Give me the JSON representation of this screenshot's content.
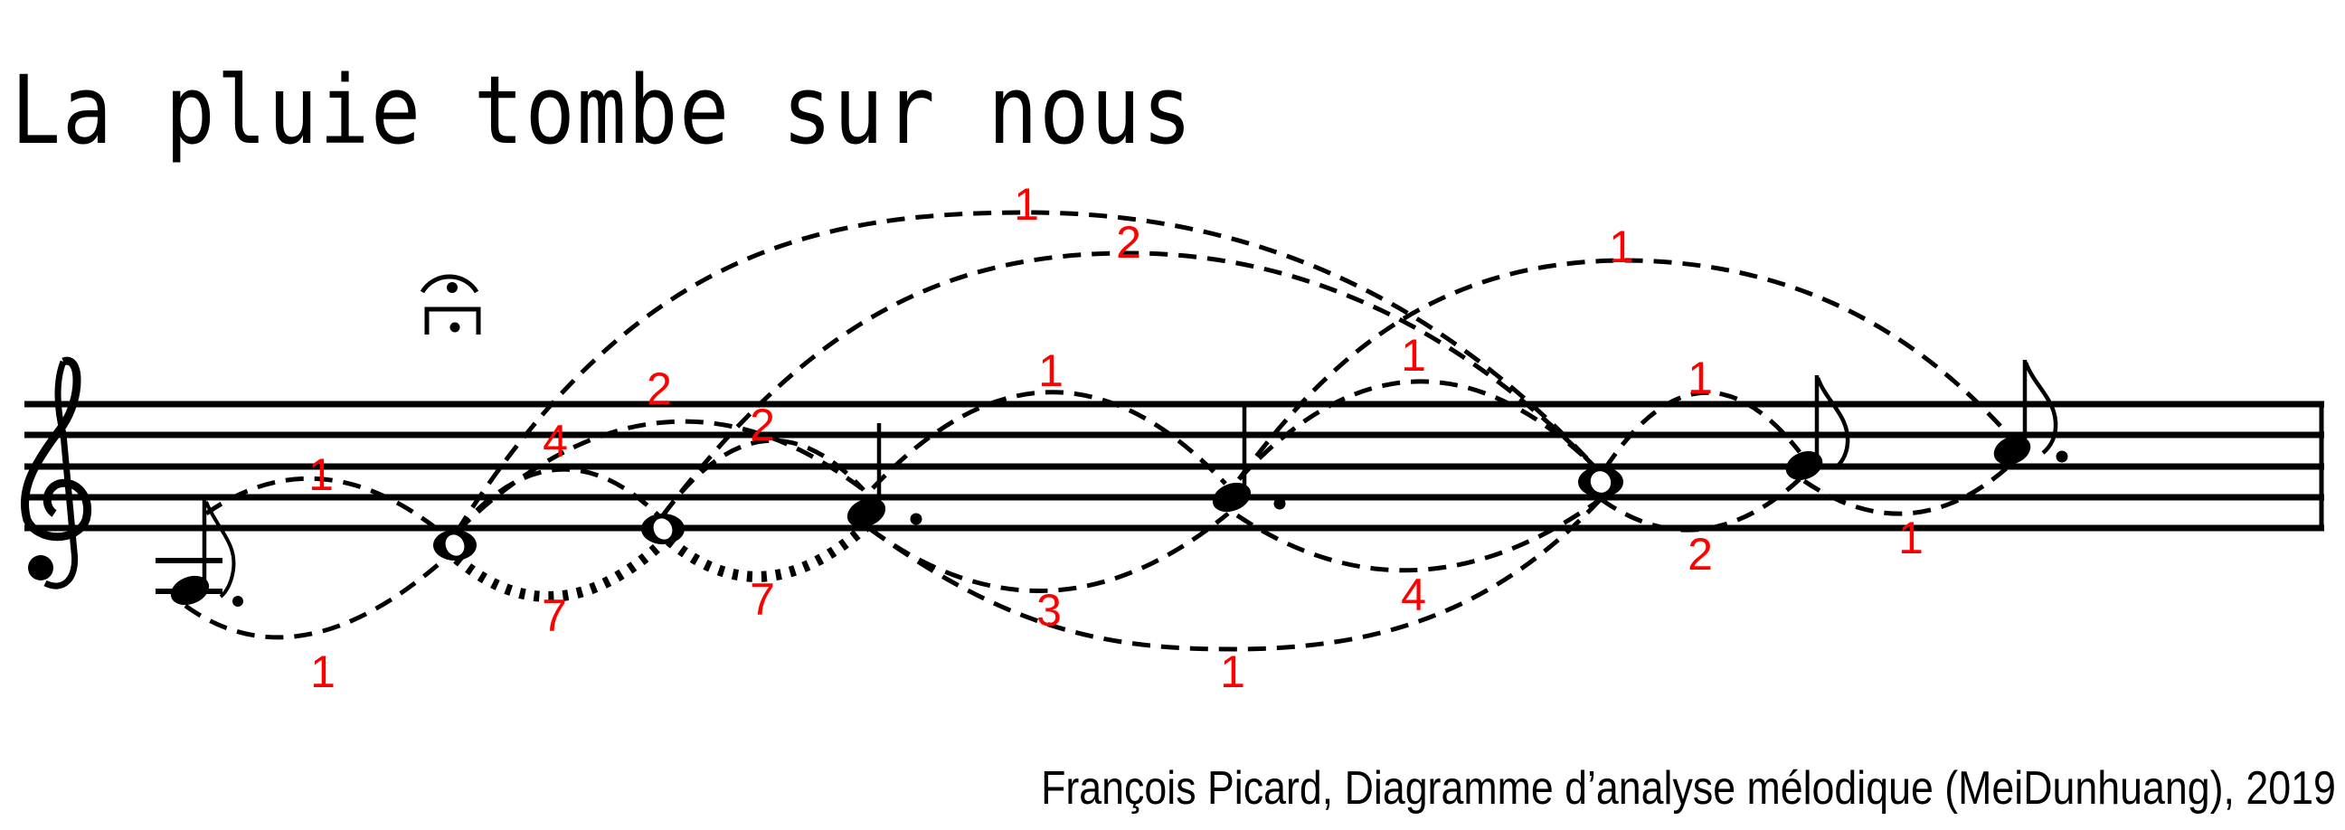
{
  "title": "La pluie tombe sur nous",
  "caption": "François Picard, Diagramme d’analyse mélodique (MeiDunhuang), 2019",
  "colors": {
    "notation": "#000000",
    "labels": "#ff0000",
    "background": "#ffffff"
  },
  "staff": {
    "clef": "treble-clef",
    "lines": 5
  },
  "notes": [
    {
      "pitch": "A3",
      "duration": "dotted eighth",
      "ledger_lines": 2
    },
    {
      "pitch": "D4",
      "duration": "whole",
      "ornament": "fermata (round over square)"
    },
    {
      "pitch": "E4",
      "duration": "whole"
    },
    {
      "pitch": "F4",
      "duration": "dotted quarter"
    },
    {
      "pitch": "G4",
      "duration": "dotted quarter"
    },
    {
      "pitch": "A4",
      "duration": "whole"
    },
    {
      "pitch": "B4",
      "duration": "eighth"
    },
    {
      "pitch": "C5",
      "duration": "dotted eighth"
    }
  ],
  "labels": {
    "a12_above": "1",
    "a12_below": "1",
    "a23_above": "4",
    "a23_below": "7",
    "a24_above": "2",
    "a34_above": "2",
    "a34_below": "7",
    "a26_top": "1",
    "a36_top": "2",
    "a45_above": "1",
    "a45_below": "3",
    "a46_below": "1",
    "a56_above": "1",
    "a56_below": "4",
    "a58_top": "1",
    "a67_above": "1",
    "a67_below": "2",
    "a78_below": "1"
  }
}
